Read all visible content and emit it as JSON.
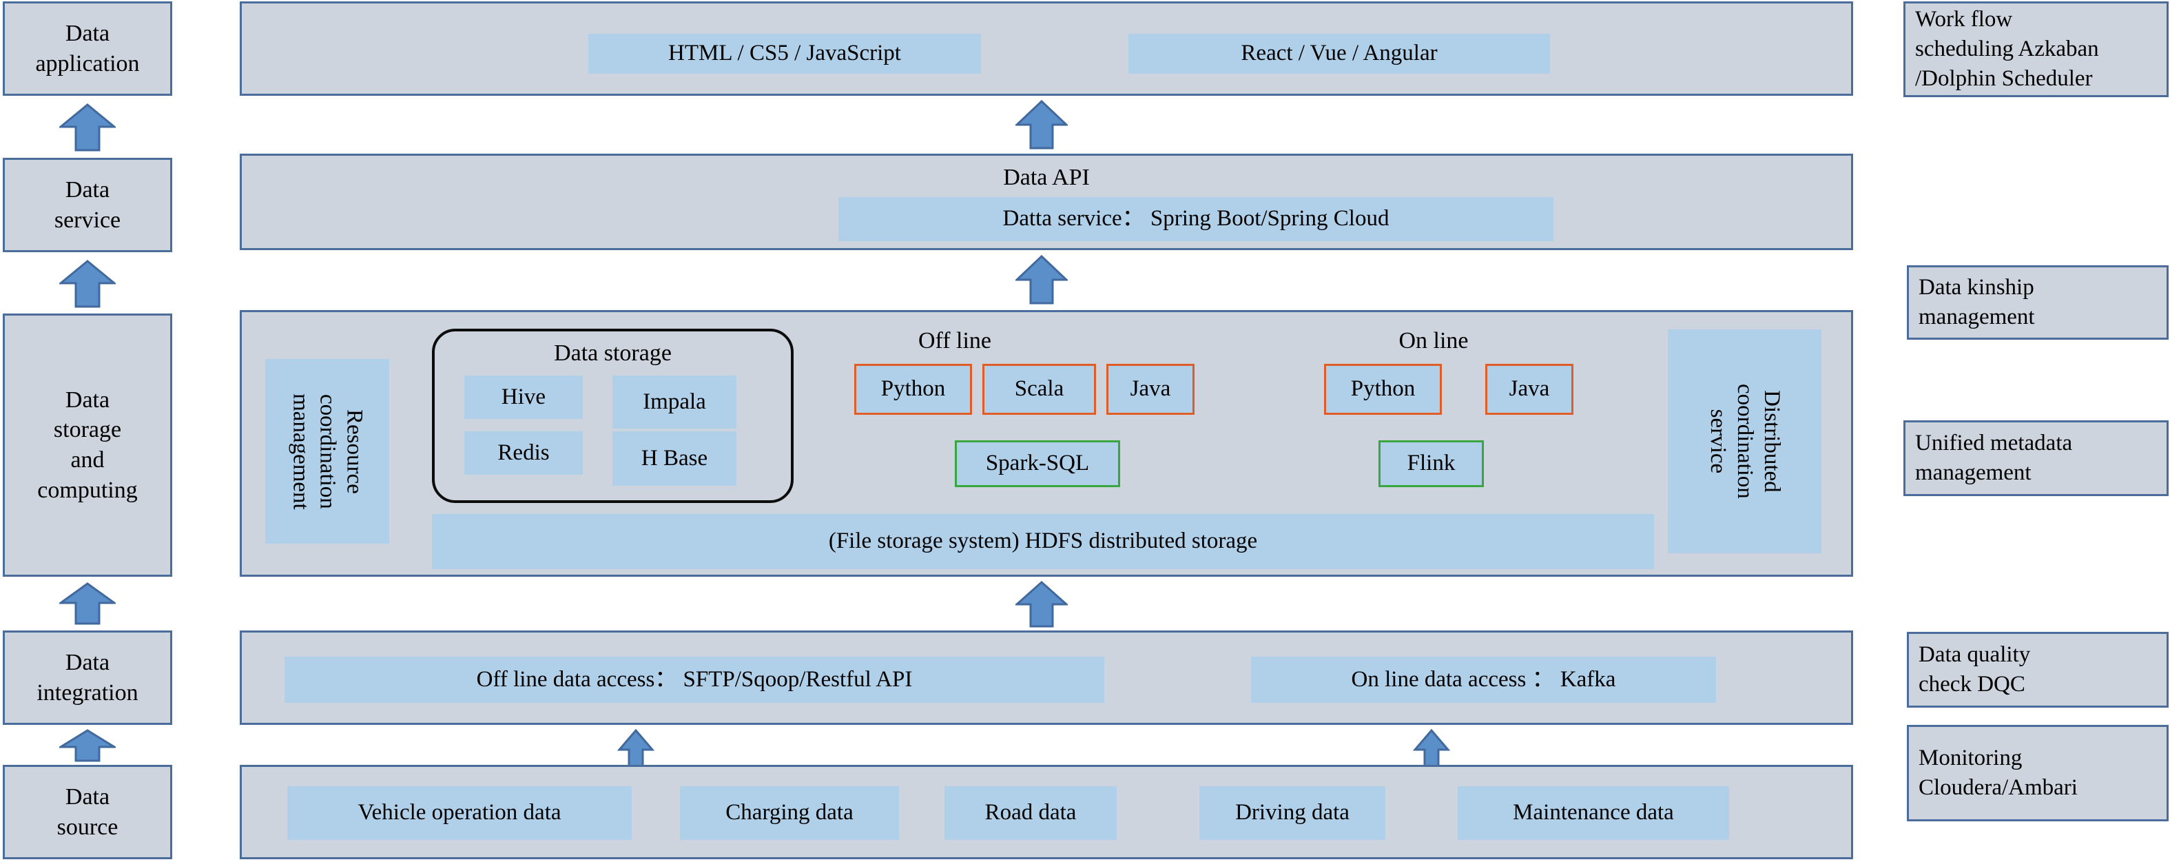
{
  "left_stages": [
    {
      "label": "Data\napplication"
    },
    {
      "label": "Data\nservice"
    },
    {
      "label": "Data\nstorage\nand\ncomputing"
    },
    {
      "label": "Data\nintegration"
    },
    {
      "label": "Data\nsource"
    }
  ],
  "right_boxes": [
    {
      "label": "Work flow\nscheduling Azkaban\n/Dolphin Scheduler"
    },
    {
      "label": "Data kinship\nmanagement"
    },
    {
      "label": "Unified metadata\nmanagement"
    },
    {
      "label": "Data quality\ncheck DQC"
    },
    {
      "label": "Monitoring\nCloudera/Ambari"
    }
  ],
  "application_layer": {
    "chips": [
      {
        "label": "HTML / CS5 / JavaScript"
      },
      {
        "label": "React / Vue / Angular"
      }
    ]
  },
  "service_layer": {
    "title": "Data API",
    "chips": [
      {
        "label": "Datta service： Spring Boot/Spring Cloud"
      }
    ]
  },
  "storage_compute_layer": {
    "resource_coordination": "Resource\ncoordination\nmanagement",
    "distributed_coordination": "Distributed\ncoordination\nservice",
    "data_storage": {
      "title": "Data storage",
      "items": [
        {
          "label": "Hive"
        },
        {
          "label": "Impala"
        },
        {
          "label": "Redis"
        },
        {
          "label": "H Base"
        }
      ]
    },
    "offline": {
      "title": "Off line",
      "languages": [
        {
          "label": "Python"
        },
        {
          "label": "Scala"
        },
        {
          "label": "Java"
        }
      ],
      "engine": {
        "label": "Spark-SQL"
      }
    },
    "online": {
      "title": "On line",
      "languages": [
        {
          "label": "Python"
        },
        {
          "label": "Java"
        }
      ],
      "engine": {
        "label": "Flink"
      }
    },
    "hdfs": "(File storage system) HDFS distributed storage"
  },
  "integration_layer": {
    "chips": [
      {
        "label": "Off line data access： SFTP/Sqoop/Restful API"
      },
      {
        "label": "On line data access ： Kafka"
      }
    ]
  },
  "source_layer": {
    "chips": [
      {
        "label": "Vehicle operation data"
      },
      {
        "label": "Charging data"
      },
      {
        "label": "Road data"
      },
      {
        "label": "Driving data"
      },
      {
        "label": "Maintenance data"
      }
    ]
  },
  "colors": {
    "panel_fill": "#ced4de",
    "panel_border": "#4a6d9c",
    "chip_fill": "#b0cfe8",
    "arrow_fill": "#5b8fc9",
    "arrow_stroke": "#41699e",
    "accent_orange": "#e05d28",
    "accent_green": "#3aa63f"
  }
}
